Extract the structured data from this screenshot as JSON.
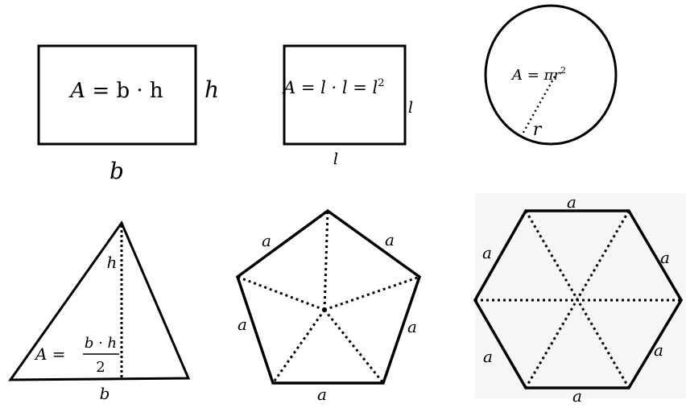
{
  "rectangle": {
    "formula_lhs": "A",
    "formula_rhs": "= b · h",
    "side_label": "h",
    "base_label": "b"
  },
  "square": {
    "formula": "A = l · l = l",
    "exponent": "2",
    "side_label": "l",
    "base_label": "l"
  },
  "circle": {
    "formula": "A = πr",
    "exponent": "2",
    "radius_label": "r"
  },
  "triangle": {
    "height_label": "h",
    "formula_lhs": "A =",
    "numerator": "b · h",
    "denominator": "2",
    "base_label": "b"
  },
  "pentagon": {
    "side_labels": [
      "a",
      "a",
      "a",
      "a",
      "a"
    ]
  },
  "hexagon": {
    "side_labels": [
      "a",
      "a",
      "a",
      "a",
      "a",
      "a"
    ],
    "background": "#f5f6f8"
  }
}
